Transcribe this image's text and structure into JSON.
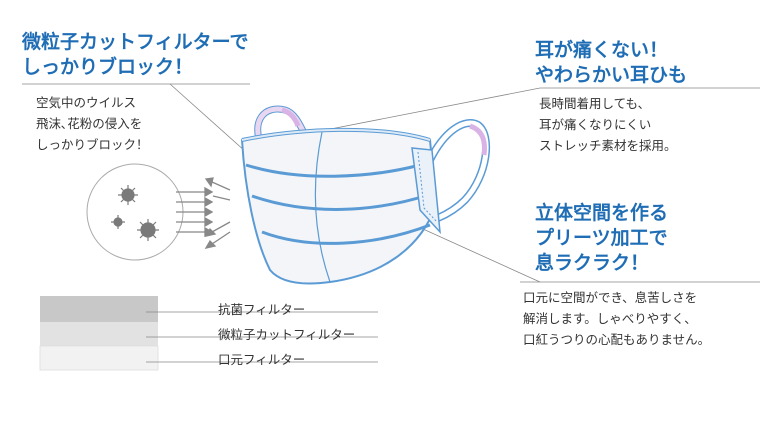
{
  "left_callout": {
    "heading": [
      "微粒子カットフィルターで",
      "しっかりブロック！"
    ],
    "body": [
      "空気中のウイルス",
      "飛沫､花粉の侵入を",
      "しっかりブロック！"
    ]
  },
  "right_top_callout": {
    "heading": [
      "耳が痛くない！",
      "やわらかい耳ひも"
    ],
    "body": [
      "長時間着用しても、",
      "耳が痛くなりにくい",
      "ストレッチ素材を採用。"
    ]
  },
  "right_bottom_callout": {
    "heading": [
      "立体空間を作る",
      "プリーツ加工で",
      "息ラクラク！"
    ],
    "body": [
      "口元に空間ができ、息苦しさを",
      "解消します。しゃべりやすく、",
      "口紅うつりの心配もありません。"
    ]
  },
  "filter_layers": [
    {
      "label": "抗菌フィルター"
    },
    {
      "label": "微粒子カットフィルター"
    },
    {
      "label": "口元フィルター"
    }
  ],
  "colors": {
    "accent": "#1f6db5",
    "mask_edge": "#5b9bd5",
    "ear_loop": "#d9b3e6",
    "leader_line": "#888888"
  }
}
